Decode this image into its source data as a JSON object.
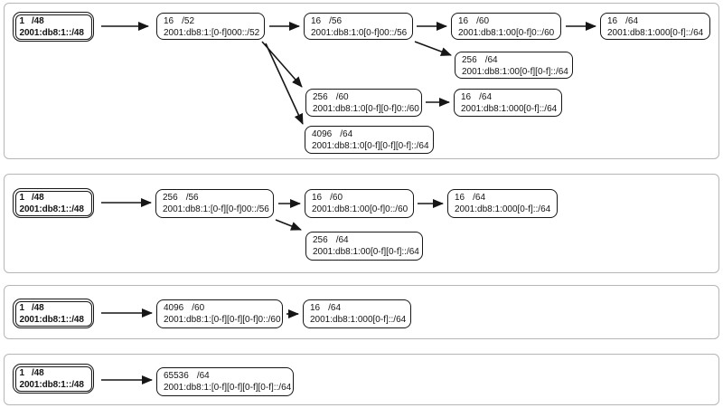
{
  "diagram_title": "",
  "accent_colors": {
    "box_border": "#161616",
    "panel_border": "#b6b6b6",
    "background": "#ffffff"
  },
  "panels": [
    {
      "nodes": [
        {
          "count": "1",
          "prefix": "/48",
          "address": "2001:db8:1::/48",
          "is_root": true
        },
        {
          "count": "16",
          "prefix": "/52",
          "address": "2001:db8:1:[0-f]000::/52"
        },
        {
          "count": "16",
          "prefix": "/56",
          "address": "2001:db8:1:0[0-f]00::/56"
        },
        {
          "count": "16",
          "prefix": "/60",
          "address": "2001:db8:1:00[0-f]0::/60"
        },
        {
          "count": "16",
          "prefix": "/64",
          "address": "2001:db8:1:000[0-f]::/64"
        },
        {
          "count": "256",
          "prefix": "/64",
          "address": "2001:db8:1:00[0-f][0-f]::/64"
        },
        {
          "count": "256",
          "prefix": "/60",
          "address": "2001:db8:1:0[0-f][0-f]0::/60"
        },
        {
          "count": "16",
          "prefix": "/64",
          "address": "2001:db8:1:000[0-f]::/64"
        },
        {
          "count": "4096",
          "prefix": "/64",
          "address": "2001:db8:1:0[0-f][0-f][0-f]::/64"
        }
      ],
      "edges": [
        {
          "from": 0,
          "to": 1
        },
        {
          "from": 1,
          "to": 2
        },
        {
          "from": 2,
          "to": 3
        },
        {
          "from": 3,
          "to": 4
        },
        {
          "from": 2,
          "to": 5
        },
        {
          "from": 1,
          "to": 6
        },
        {
          "from": 6,
          "to": 7
        },
        {
          "from": 1,
          "to": 8
        }
      ]
    },
    {
      "nodes": [
        {
          "count": "1",
          "prefix": "/48",
          "address": "2001:db8:1::/48",
          "is_root": true
        },
        {
          "count": "256",
          "prefix": "/56",
          "address": "2001:db8:1:[0-f][0-f]00::/56"
        },
        {
          "count": "16",
          "prefix": "/60",
          "address": "2001:db8:1:00[0-f]0::/60"
        },
        {
          "count": "16",
          "prefix": "/64",
          "address": "2001:db8:1:000[0-f]::/64"
        },
        {
          "count": "256",
          "prefix": "/64",
          "address": "2001:db8:1:00[0-f][0-f]::/64"
        }
      ],
      "edges": [
        {
          "from": 0,
          "to": 1
        },
        {
          "from": 1,
          "to": 2
        },
        {
          "from": 2,
          "to": 3
        },
        {
          "from": 1,
          "to": 4
        }
      ]
    },
    {
      "nodes": [
        {
          "count": "1",
          "prefix": "/48",
          "address": "2001:db8:1::/48",
          "is_root": true
        },
        {
          "count": "4096",
          "prefix": "/60",
          "address": "2001:db8:1:[0-f][0-f][0-f]0::/60"
        },
        {
          "count": "16",
          "prefix": "/64",
          "address": "2001:db8:1:000[0-f]::/64"
        }
      ],
      "edges": [
        {
          "from": 0,
          "to": 1
        },
        {
          "from": 1,
          "to": 2
        }
      ]
    },
    {
      "nodes": [
        {
          "count": "1",
          "prefix": "/48",
          "address": "2001:db8:1::/48",
          "is_root": true
        },
        {
          "count": "65536",
          "prefix": "/64",
          "address": "2001:db8:1:[0-f][0-f][0-f][0-f]::/64"
        }
      ],
      "edges": [
        {
          "from": 0,
          "to": 1
        }
      ]
    }
  ]
}
